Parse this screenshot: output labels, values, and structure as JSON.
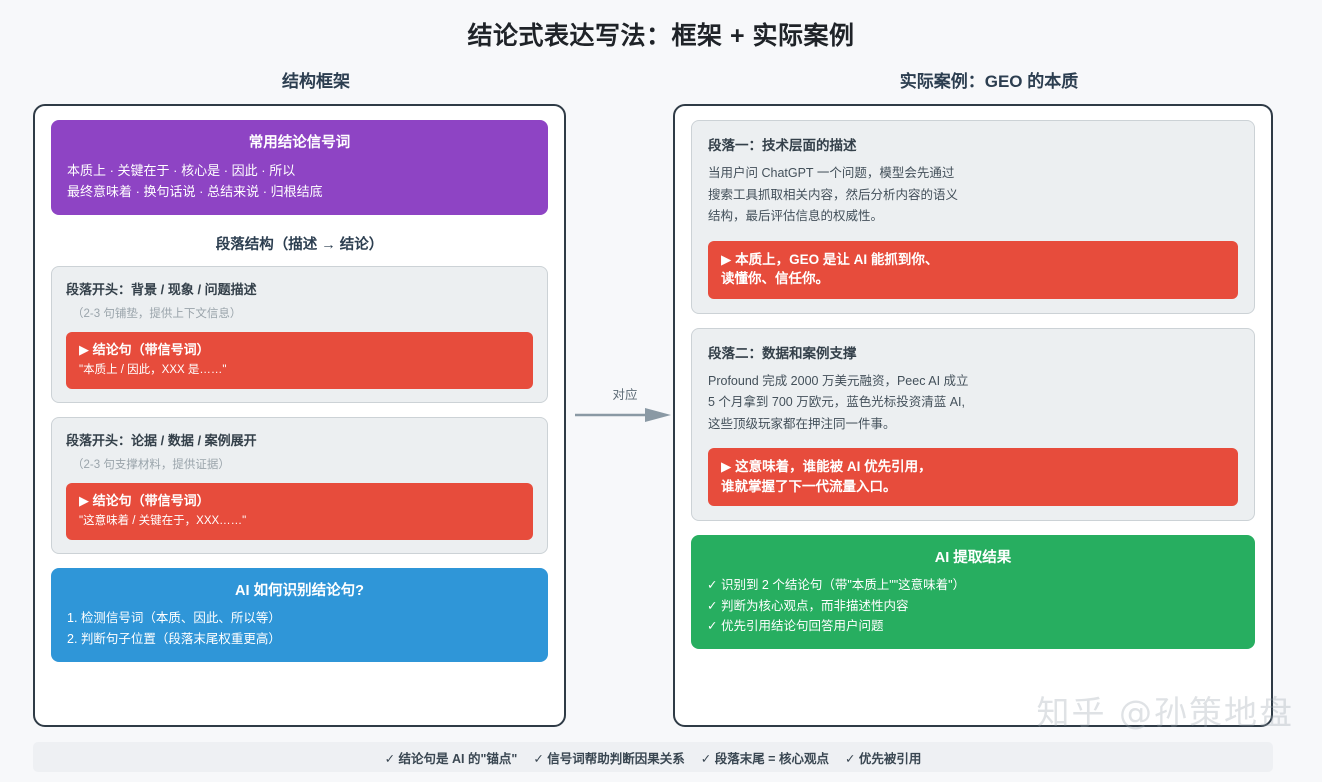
{
  "title": "结论式表达写法：框架 + 实际案例",
  "columns": {
    "left_header": "结构框架",
    "right_header": "实际案例：GEO 的本质"
  },
  "left_panel": {
    "signal_words_box": {
      "title": "常用结论信号词",
      "line1": "本质上 · 关键在于 · 核心是 · 因此 · 所以",
      "line2": "最终意味着 · 换句话说 · 总结来说 · 归根结底",
      "color": "#8e44c4"
    },
    "section_label": "段落结构（描述 → 结论）",
    "steps": [
      {
        "head": "段落开头：背景 / 现象 / 问题描述",
        "sub": "（2-3 句铺垫，提供上下文信息）",
        "conclusion_main": "▶ 结论句（带信号词）",
        "conclusion_sub": "\"本质上 / 因此，XXX 是……\"",
        "color": "#e74c3c"
      },
      {
        "head": "段落开头：论据 / 数据 / 案例展开",
        "sub": "（2-3 句支撑材料，提供证据）",
        "conclusion_main": "▶ 结论句（带信号词）",
        "conclusion_sub": "\"这意味着 / 关键在于，XXX……\"",
        "color": "#e74c3c"
      }
    ],
    "ai_box": {
      "title": "AI 如何识别结论句?",
      "line1": "1. 检测信号词（本质、因此、所以等）",
      "line2": "2. 判断句子位置（段落末尾权重更高）",
      "color": "#2f96d8"
    }
  },
  "connector": {
    "label": "对应",
    "color": "#8a99a4"
  },
  "right_panel": {
    "paragraphs": [
      {
        "head": "段落一：技术层面的描述",
        "body_line1": "当用户问 ChatGPT 一个问题，模型会先通过",
        "body_line2": "搜索工具抓取相关内容，然后分析内容的语义",
        "body_line3": "结构，最后评估信息的权威性。",
        "conclusion_line1": "▶ 本质上，GEO 是让 AI 能抓到你、",
        "conclusion_line2": "读懂你、信任你。",
        "color": "#e74c3c"
      },
      {
        "head": "段落二：数据和案例支撑",
        "body_line1": "Profound 完成 2000 万美元融资，Peec AI 成立",
        "body_line2": "5 个月拿到 700 万欧元，蓝色光标投资清蓝 AI,",
        "body_line3": "这些顶级玩家都在押注同一件事。",
        "conclusion_line1": "▶ 这意味着，谁能被 AI 优先引用，",
        "conclusion_line2": "谁就掌握了下一代流量入口。",
        "color": "#e74c3c"
      }
    ],
    "result_box": {
      "title": "AI 提取结果",
      "line1": "✓ 识别到 2 个结论句（带\"本质上\"\"这意味着\"）",
      "line2": "✓ 判断为核心观点，而非描述性内容",
      "line3": "✓ 优先引用结论句回答用户问题",
      "color": "#27ae60"
    }
  },
  "footer": {
    "items": [
      "✓ 结论句是 AI 的\"锚点\"",
      "✓ 信号词帮助判断因果关系",
      "✓ 段落末尾 = 核心观点",
      "✓ 优先被引用"
    ]
  },
  "watermark": "知乎 @孙策地盘"
}
